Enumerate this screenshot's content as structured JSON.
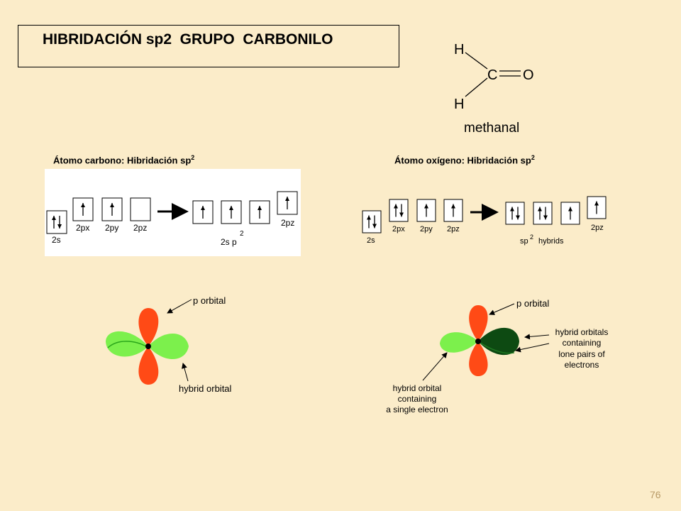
{
  "title": "HIBRIDACIÓN sp2  GRUPO  CARBONILO",
  "molecule": {
    "atoms": {
      "h_top": "H",
      "carbon": "C",
      "oxygen": "O",
      "h_bottom": "H"
    },
    "caption": "methanal"
  },
  "carbon": {
    "heading": "Átomo carbono: Hibridación sp",
    "heading_sup": "2",
    "before_labels": [
      "2s",
      "2px",
      "2py",
      "2pz"
    ],
    "before_fill": [
      "paired",
      "up",
      "up",
      "empty"
    ],
    "after_label_hybrid": "2s p",
    "after_label_hybrid_sup": "2",
    "after_label_p": "2pz",
    "after_fill": [
      "up",
      "up",
      "up",
      "up"
    ]
  },
  "oxygen": {
    "heading": "Átomo oxígeno: Hibridación sp",
    "heading_sup": "2",
    "before_labels": [
      "2s",
      "2px",
      "2py",
      "2pz"
    ],
    "before_fill": [
      "paired",
      "paired",
      "up",
      "up"
    ],
    "after_label_hybrid": "sp",
    "after_label_hybrid_sup": "2",
    "after_label_hybrid_suffix": "hybrids",
    "after_label_p": "2pz",
    "after_fill": [
      "paired",
      "paired",
      "up",
      "up"
    ]
  },
  "orbital_left": {
    "p_label": "p orbital",
    "hybrid_label": "hybrid orbital"
  },
  "orbital_right": {
    "p_label": "p orbital",
    "lone_label_lines": [
      "hybrid orbitals",
      "containing",
      "lone pairs of",
      "electrons"
    ],
    "single_label_lines": [
      "hybrid orbital",
      "containing",
      "a single electron"
    ]
  },
  "colors": {
    "background": "#fbecc9",
    "p_lobe": "#ff4a16",
    "hybrid_light": "#7cf04c",
    "hybrid_dark": "#0d4a12"
  },
  "page_number": "76"
}
